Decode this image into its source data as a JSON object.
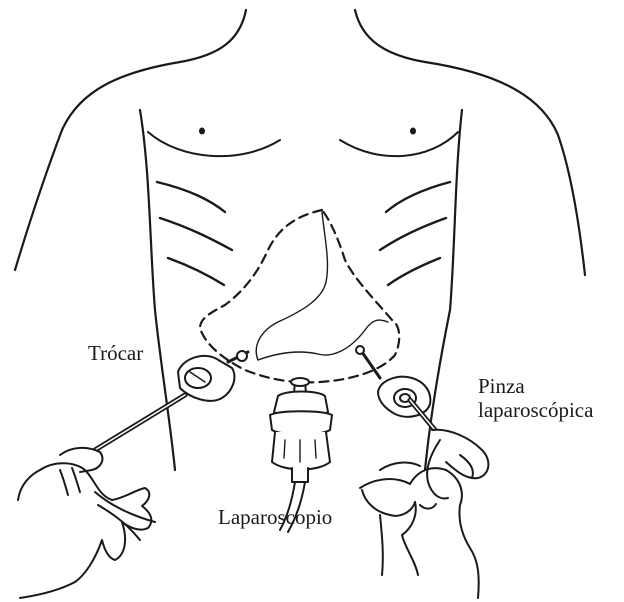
{
  "labels": {
    "trocar": "Trócar",
    "laparoscopio": "Laparoscopio",
    "pinza_line1": "Pinza",
    "pinza_line2": "laparoscópica"
  }
}
